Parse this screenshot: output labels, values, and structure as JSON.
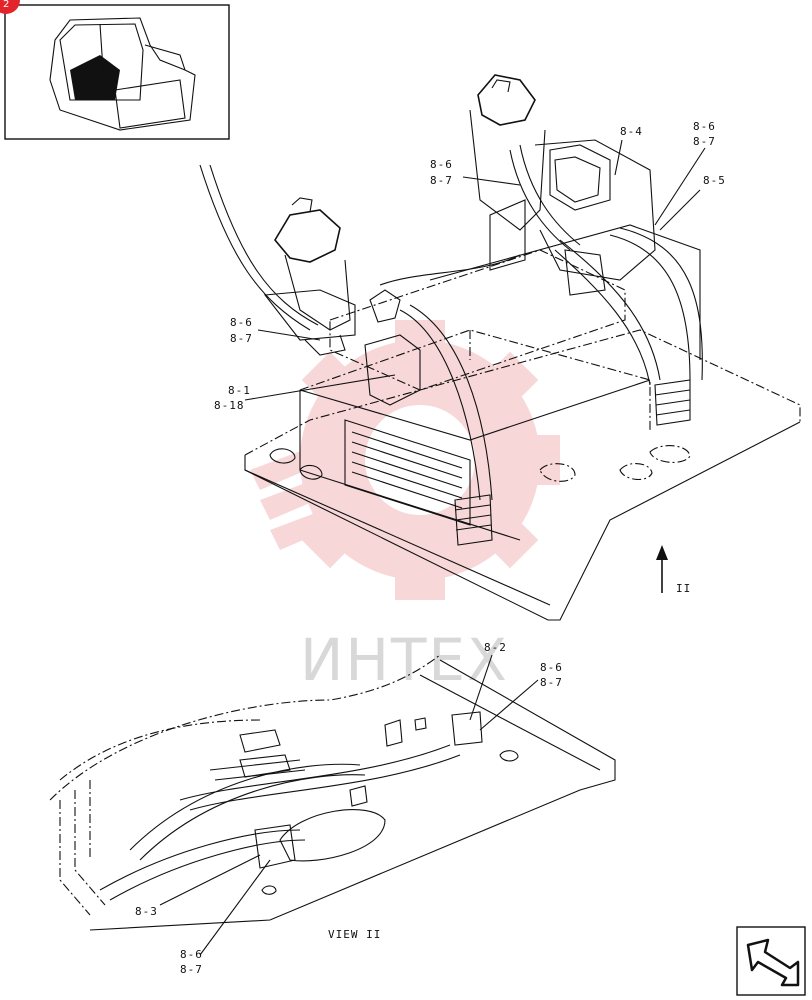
{
  "badge": {
    "text": "2",
    "color": "#e3242b"
  },
  "watermark": {
    "text": "ИНТЕХ",
    "color": "#f2b8b8"
  },
  "labels": {
    "top_8_4": "8-4",
    "top_8_6a": "8-6",
    "top_8_7a": "8-7",
    "top_8_5": "8-5",
    "top_8_6b": "8-6",
    "top_8_7b": "8-7",
    "left_8_6": "8-6",
    "left_8_7": "8-7",
    "left_8_1": "8-1",
    "left_8_18": "8-18",
    "arrow_II": "II",
    "bot_8_2": "8-2",
    "bot_8_6a": "8-6",
    "bot_8_7a": "8-7",
    "bot_8_3": "8-3",
    "bot_8_6b": "8-6",
    "bot_8_7b": "8-7"
  },
  "view_caption": "VIEW II",
  "icons": {
    "thumbnail": "excavator-cab-icon",
    "nav": "navigate-arrow-icon"
  }
}
